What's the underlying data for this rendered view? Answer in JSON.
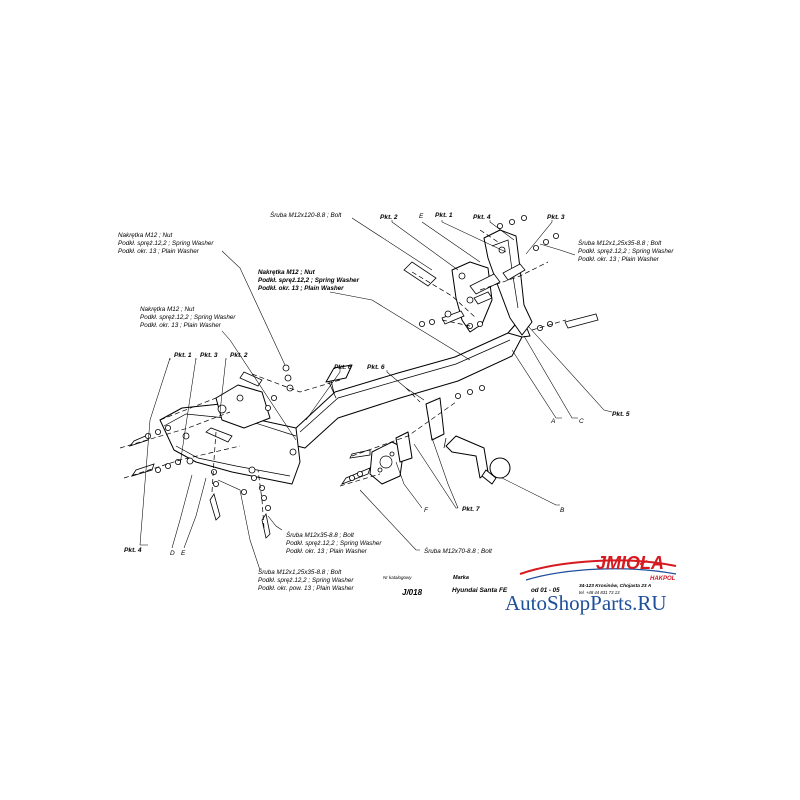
{
  "callouts": {
    "nut_left": [
      "Nakrętka  M12 ; Nut",
      "Podkł. spręż.12,2 ; Spring Washer",
      "Podkł. okr. 13 ; Plain Washer"
    ],
    "nut_left2": [
      "Nakrętka  M12 ; Nut",
      "Podkł. spręż.12,2 ; Spring Washer",
      "Podkł. okr. 13 ; Plain Washer"
    ],
    "nut_center": [
      "Nakrętka  M12 ; Nut",
      "Podkł. spręż.12,2 ; Spring Washer",
      "Podkł. okr. 13 ; Plain Washer"
    ],
    "bolt_top": "Śruba M12x120-8.8 ;  Bolt",
    "bolt_right": [
      "Śruba  M12x1,25x35-8.8 ;  Bolt",
      "Podkł. spręż.12,2 ; Spring Washer",
      "Podkł. okr. 13 ; Plain Washer"
    ],
    "bolt_mid": [
      "Śruba M12x35-8.8 ;  Bolt",
      "Podkł. spręż.12,2 ; Spring Washer",
      "Podkł. okr. 13 ; Plain Washer"
    ],
    "bolt_bottom": [
      "Śruba  M12x1,25x35-8.8 ;  Bolt",
      "Podkł. spręż.12,2 ; Spring Washer",
      "Podkł. okr. pow. 13 ; Plain Washer"
    ],
    "bolt_m70": "Śruba M12x70-8.8 ;  Bolt"
  },
  "part_labels": {
    "pkt1_left": "Pkt. 1",
    "pkt3_left": "Pkt. 3",
    "pkt2_left": "Pkt. 2",
    "pkt4_left": "Pkt. 4",
    "pkt6_mid": "Pkt. 6",
    "pkt6_center": "Pkt. 6",
    "pkt2_top": "Pkt. 2",
    "pkt1_top": "Pkt. 1",
    "pkt4_top": "Pkt. 4",
    "pkt3_top": "Pkt. 3",
    "pkt5_right": "Pkt. 5",
    "pkt7_bottom": "Pkt. 7"
  },
  "letters": {
    "E_top": "E",
    "A": "A",
    "C": "C",
    "B": "B",
    "F": "F",
    "D": "D",
    "E_bottom": "E"
  },
  "info": {
    "catalog_header": "Nr katalogowy",
    "catalog_number": "J/018",
    "make_header": "Marka",
    "model": "Hyundai Santa FE",
    "years": "od  01 - 05"
  },
  "logo": {
    "brand": "JMIOŁA",
    "sub": "HAKPOL",
    "address": "34-123 Krosinów, Chojasta 23 A",
    "phone": "tel. +48 44 831 73 13",
    "color": "#d71920"
  },
  "watermark": {
    "text": "AutoShopParts.RU",
    "color": "#1e4f9a"
  }
}
